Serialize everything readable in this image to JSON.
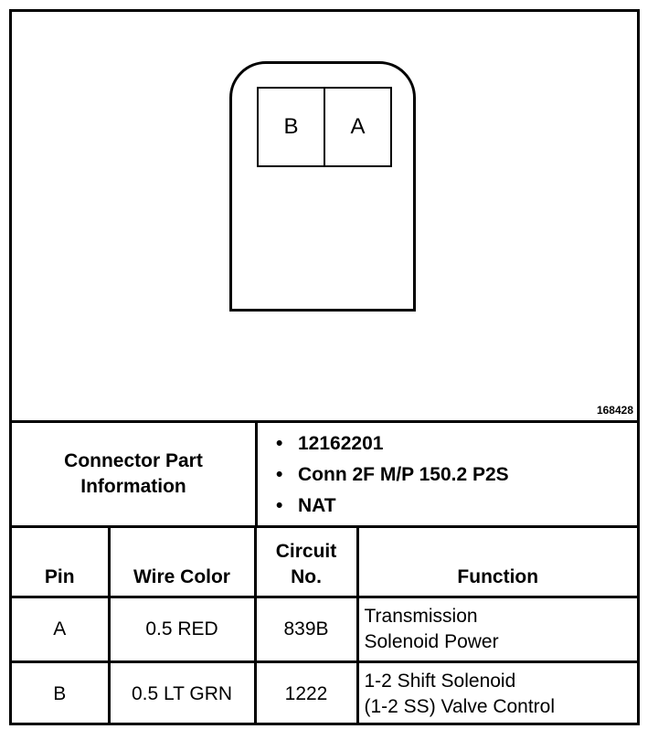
{
  "diagram": {
    "cavities": [
      "B",
      "A"
    ],
    "figure_id": "168428"
  },
  "connector_info": {
    "label": "Connector Part Information",
    "items": [
      "12162201",
      "Conn 2F M/P 150.2 P2S",
      "NAT"
    ]
  },
  "table": {
    "headers": {
      "pin": "Pin",
      "wire_color": "Wire Color",
      "circuit_line1": "Circuit",
      "circuit_line2": "No.",
      "function": "Function"
    },
    "rows": [
      {
        "pin": "A",
        "wire_color": "0.5 RED",
        "circuit": "839B",
        "function_line1": "Transmission",
        "function_line2": "Solenoid Power"
      },
      {
        "pin": "B",
        "wire_color": "0.5 LT GRN",
        "circuit": "1222",
        "function_line1": "1-2 Shift Solenoid",
        "function_line2": "(1-2 SS) Valve Control"
      }
    ]
  }
}
